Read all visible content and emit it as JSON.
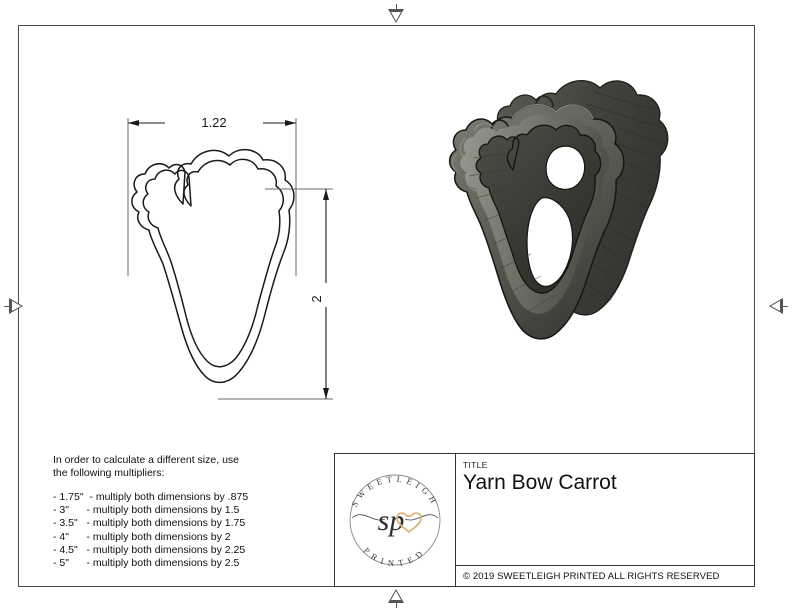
{
  "sheet": {
    "centering_marks": [
      "top-triangle",
      "bottom-triangle",
      "left-triangle",
      "right-triangle"
    ]
  },
  "drawing": {
    "view_2d_name": "carrot-with-yarn-bow-outline",
    "view_3d_name": "carrot-with-yarn-bow-3d-render",
    "dimensions": {
      "width_label": "1.22",
      "height_label": "2"
    }
  },
  "notes": {
    "intro": "In order to calculate a different size, use\nthe following multipliers:",
    "multipliers": [
      "- 1.75\"  - multiply both dimensions by .875",
      "- 3\"      - multiply both dimensions by 1.5",
      "- 3.5\"   - multiply both dimensions by 1.75",
      "- 4\"      - multiply both dimensions by 2",
      "- 4.5\"   - multiply both dimensions by 2.25",
      "- 5\"      - multiply both dimensions by 2.5"
    ]
  },
  "title_block": {
    "label": "TITLE",
    "title": "Yarn Bow Carrot",
    "copyright": "© 2019  SWEETLEIGH PRINTED  ALL RIGHTS RESERVED",
    "logo": {
      "top_arc_text": "SWEETLEIGH",
      "bottom_arc_text": "PRINTED",
      "monogram": "sp",
      "heart_color": "#d8b678"
    }
  },
  "colors": {
    "line": "#1a1a1a",
    "frame": "#4a4a4a",
    "render_dark": "#3a3a38",
    "render_mid": "#57574f",
    "render_light": "#6f6f66",
    "render_highlight": "#8c8c82"
  }
}
